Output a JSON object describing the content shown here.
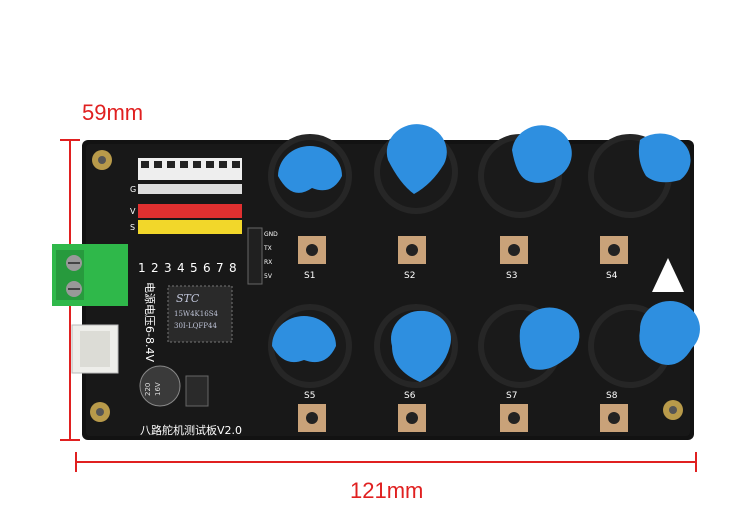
{
  "dimensions": {
    "height_label": "59mm",
    "width_label": "121mm",
    "line_color": "#e02020"
  },
  "board": {
    "title": "八路舵机测试板V2.0",
    "power_label": "电源电压6-8.4V",
    "chip_brand": "STC",
    "chip_line1": "15W4K16S4",
    "chip_line2": "30I-LQFP44",
    "cap_value": "220",
    "cap_voltage": "16V",
    "header_numbers": [
      "1",
      "2",
      "3",
      "4",
      "5",
      "6",
      "7",
      "8"
    ],
    "header_rows": [
      "G",
      "V",
      "S"
    ],
    "uart_pins": [
      "GND",
      "TX",
      "RX",
      "5V"
    ],
    "buttons": [
      "S1",
      "S2",
      "S3",
      "S4",
      "S5",
      "S6",
      "S7",
      "S8"
    ],
    "pcb_color": "#111111",
    "knob_color": "#2e8fe0",
    "terminal_color": "#2fb84a"
  }
}
